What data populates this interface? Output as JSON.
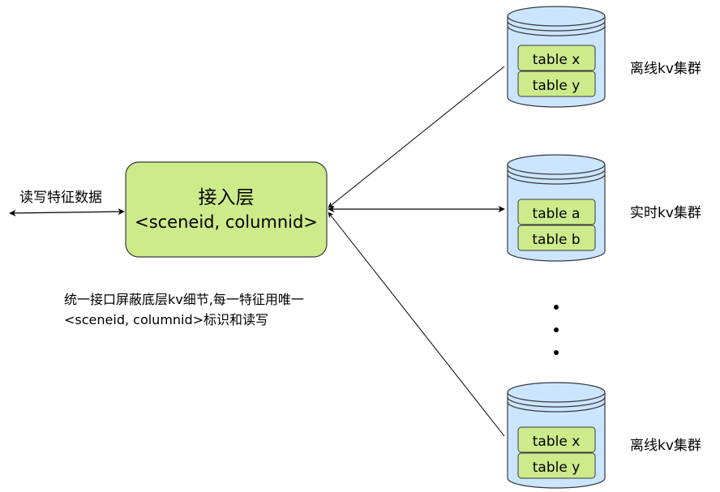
{
  "left_label": "读写特征数据",
  "access_layer": {
    "title": "接入层",
    "subtitle": "<sceneid, columnid>",
    "fill": "#cdeb8b",
    "stroke": "#36393d"
  },
  "description": {
    "line1": "统一接口屏蔽底层kv细节,每一特征用唯一",
    "line2": "<sceneid, columnid>标识和读写"
  },
  "clusters": [
    {
      "name": "离线kv集群",
      "tables": [
        "table x",
        "table y"
      ]
    },
    {
      "name": "实时kv集群",
      "tables": [
        "table a",
        "table b"
      ]
    },
    {
      "name": "离线kv集群",
      "tables": [
        "table x",
        "table y"
      ]
    }
  ],
  "ellipsis": "⋮",
  "colors": {
    "cylinder_fill": "#cce5ff",
    "cylinder_stroke": "#36393d",
    "table_fill": "#cdeb8b",
    "line": "#000000"
  }
}
